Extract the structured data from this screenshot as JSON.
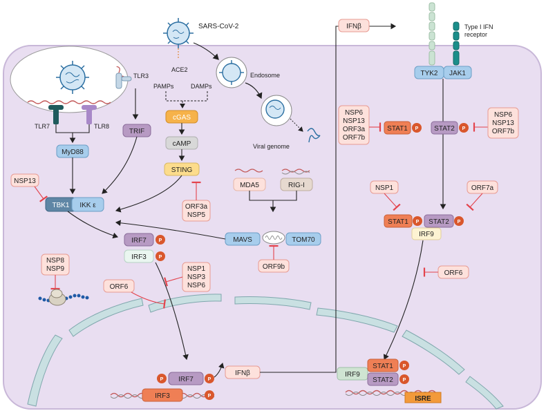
{
  "virus": "SARS-CoV-2",
  "ace2": "ACE2",
  "endosome": "Endosome",
  "viral_genome": "Viral genome",
  "tlr3": "TLR3",
  "tlr7": "TLR7",
  "tlr8": "TLR8",
  "myd88": "MyD88",
  "trif": "TRIF",
  "tbk1": "TBK1",
  "ikke": "IKK ε",
  "pamps": "PAMPs",
  "damps": "DAMPs",
  "cgas": "cGAS",
  "camp": "cAMP",
  "sting": "STING",
  "mda5": "MDA5",
  "rigi": "RIG-I",
  "mavs": "MAVS",
  "tom70": "TOM70",
  "irf7": "IRF7",
  "irf3": "IRF3",
  "irf9": "IRF9",
  "ifnb": "IFNβ",
  "stat1": "STAT1",
  "stat2": "STAT2",
  "tyk2": "TYK2",
  "jak1": "JAK1",
  "receptor": [
    "Type I IFN",
    "receptor"
  ],
  "isre": "ISRE",
  "p": "P",
  "inhibitors": {
    "nsp13": [
      "NSP13"
    ],
    "orf3a_nsp5": [
      "ORF3a",
      "NSP5"
    ],
    "orf9b": [
      "ORF9b"
    ],
    "nsp1_3_6": [
      "NSP1",
      "NSP3",
      "NSP6"
    ],
    "orf6_left": [
      "ORF6"
    ],
    "nsp8_9": [
      "NSP8",
      "NSP9"
    ],
    "stat1_inhib": [
      "NSP6",
      "NSP13",
      "ORF3a",
      "ORF7b"
    ],
    "stat2_inhib": [
      "NSP6",
      "NSP13",
      "ORF7b"
    ],
    "nsp1_right": [
      "NSP1"
    ],
    "orf7a": [
      "ORF7a"
    ],
    "orf6_right": [
      "ORF6"
    ]
  },
  "colors": {
    "cell": "#e9def1",
    "cell_border": "#b9a6cc",
    "inhibitor_fill": "#fde1dc",
    "inhibitor_stroke": "#e79b92",
    "inhibit_line": "#e3434c",
    "blue": "#a7cdec",
    "purple": "#b79ac3",
    "orange": "#ef7f55",
    "yellow": "#fcdc8c",
    "green": "#cfe4d2"
  }
}
